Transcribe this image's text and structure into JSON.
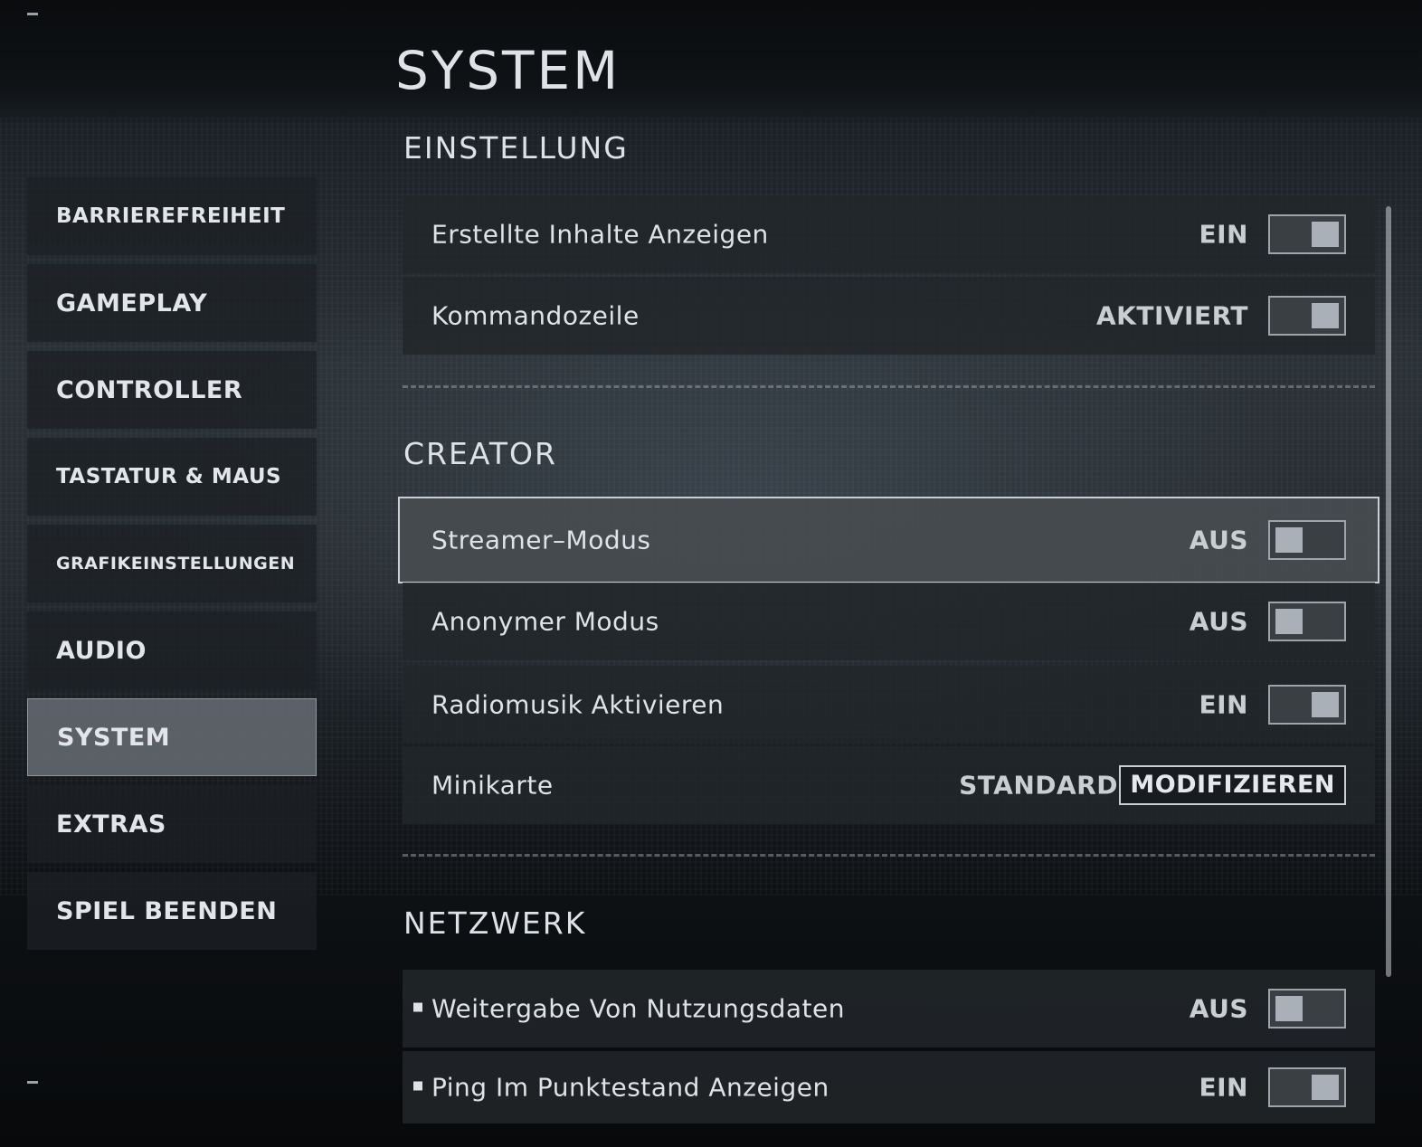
{
  "page": {
    "title": "SYSTEM"
  },
  "sidebar": {
    "items": [
      {
        "label": "BARRIEREFREIHEIT",
        "active": false
      },
      {
        "label": "GAMEPLAY",
        "active": false
      },
      {
        "label": "CONTROLLER",
        "active": false
      },
      {
        "label": "TASTATUR & MAUS",
        "active": false
      },
      {
        "label": "GRAFIKEINSTELLUNGEN",
        "active": false
      },
      {
        "label": "AUDIO",
        "active": false
      },
      {
        "label": "SYSTEM",
        "active": true
      },
      {
        "label": "EXTRAS",
        "active": false
      },
      {
        "label": "SPIEL BEENDEN",
        "active": false
      }
    ]
  },
  "sections": {
    "einstellung": {
      "header": "EINSTELLUNG",
      "rows": [
        {
          "label": "Erstellte Inhalte Anzeigen",
          "value": "EIN",
          "toggle": "on"
        },
        {
          "label": "Kommandozeile",
          "value": "AKTIVIERT",
          "toggle": "on"
        }
      ]
    },
    "creator": {
      "header": "CREATOR",
      "rows": [
        {
          "label": "Streamer–Modus",
          "value": "AUS",
          "toggle": "off",
          "focused": true
        },
        {
          "label": "Anonymer Modus",
          "value": "AUS",
          "toggle": "off"
        },
        {
          "label": "Radiomusik Aktivieren",
          "value": "EIN",
          "toggle": "on"
        },
        {
          "label": "Minikarte",
          "value": "STANDARD",
          "button": "MODIFIZIEREN"
        }
      ]
    },
    "netzwerk": {
      "header": "NETZWERK",
      "rows": [
        {
          "label": "Weitergabe Von Nutzungsdaten",
          "value": "AUS",
          "toggle": "off"
        },
        {
          "label": "Ping Im Punktestand Anzeigen",
          "value": "EIN",
          "toggle": "on"
        }
      ]
    }
  },
  "colors": {
    "row_background": "#22262a",
    "active_nav": "#60666c",
    "toggle_knob": "#a9b0b7",
    "text": "#e6e9ec"
  }
}
